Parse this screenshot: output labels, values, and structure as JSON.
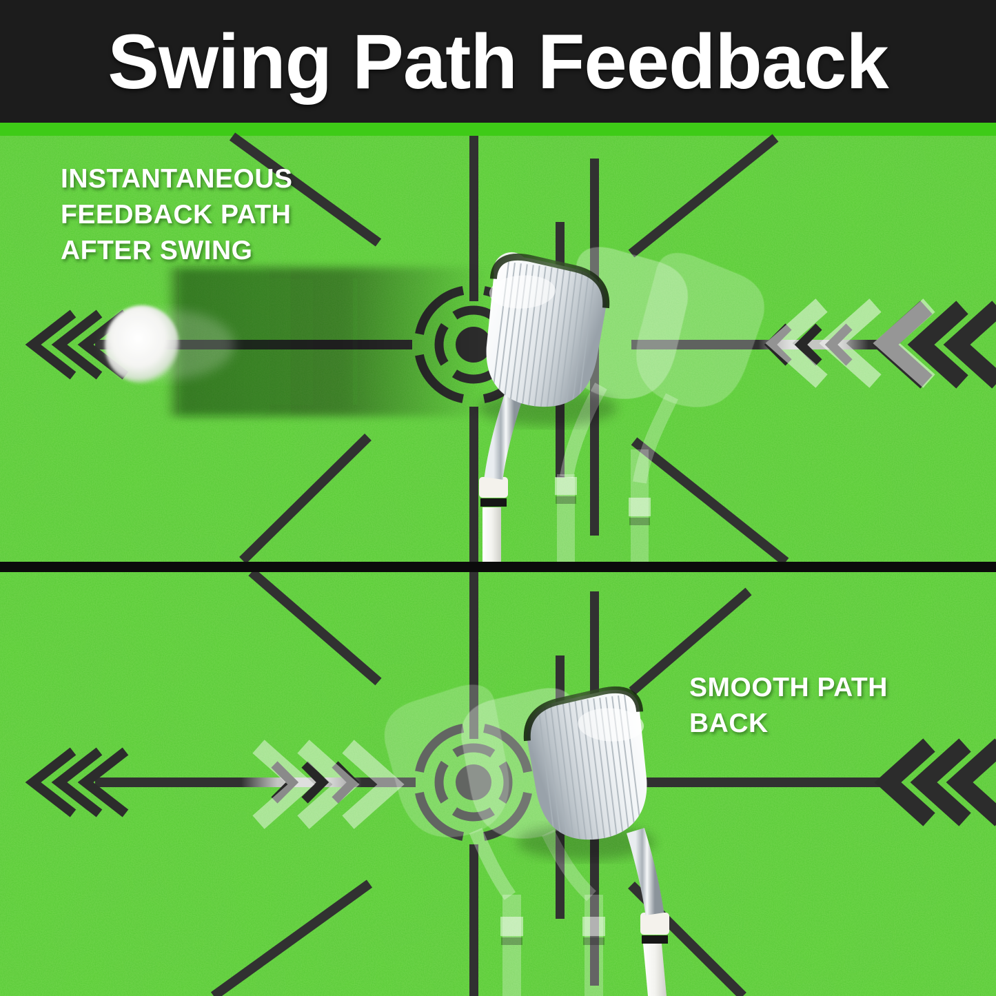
{
  "header": {
    "title": "Swing Path Feedback"
  },
  "panels": {
    "top": {
      "label": "INSTANTANEOUS\nFEEDBACK PATH\nAFTER SWING"
    },
    "bottom": {
      "label": "SMOOTH PATH\nBACK"
    }
  },
  "icons": {
    "target": "bullseye-target-icon",
    "arrowhead": "triple-chevron-arrowhead-icon",
    "fletching": "arrow-fletching-icon",
    "motion": "motion-chevrons-icon",
    "club": "golf-wedge-club-icon",
    "ball": "golf-ball-icon"
  },
  "colors": {
    "header_bg": "#1c1c1c",
    "title_text": "#ffffff",
    "accent_stripe": "#3ecb17",
    "mat_green": "#57cf31",
    "marking_dark": "#313131",
    "divider": "#0b0b0b",
    "label_text": "#ffffff"
  }
}
